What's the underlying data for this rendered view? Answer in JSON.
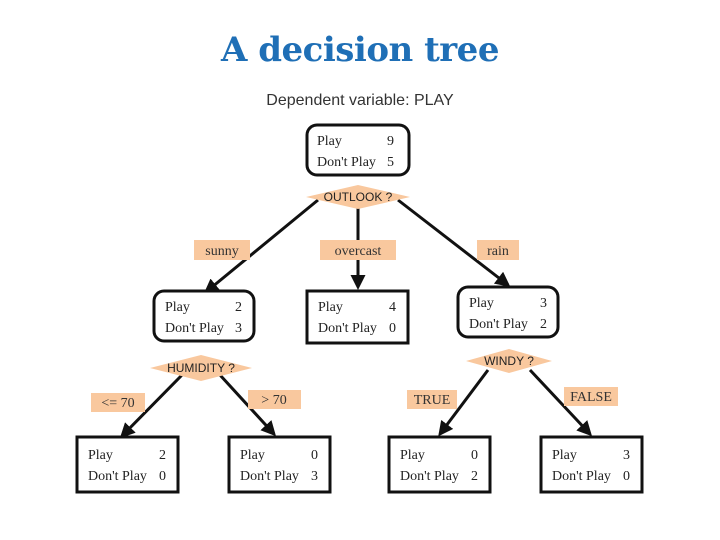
{
  "title": "A decision tree",
  "subtitle": "Dependent variable: PLAY",
  "colors": {
    "title": "#1f6fb6",
    "label_fill": "#f9c89e",
    "line": "#111111"
  },
  "nodes": {
    "root": {
      "play_label": "Play",
      "play_count": "9",
      "dont_label": "Don't Play",
      "dont_count": "5"
    },
    "sunny": {
      "play_label": "Play",
      "play_count": "2",
      "dont_label": "Don't Play",
      "dont_count": "3"
    },
    "overcast": {
      "play_label": "Play",
      "play_count": "4",
      "dont_label": "Don't Play",
      "dont_count": "0"
    },
    "rain": {
      "play_label": "Play",
      "play_count": "3",
      "dont_label": "Don't Play",
      "dont_count": "2"
    },
    "humidity_low": {
      "play_label": "Play",
      "play_count": "2",
      "dont_label": "Don't Play",
      "dont_count": "0"
    },
    "humidity_high": {
      "play_label": "Play",
      "play_count": "0",
      "dont_label": "Don't Play",
      "dont_count": "3"
    },
    "windy_true": {
      "play_label": "Play",
      "play_count": "0",
      "dont_label": "Don't Play",
      "dont_count": "2"
    },
    "windy_false": {
      "play_label": "Play",
      "play_count": "3",
      "dont_label": "Don't Play",
      "dont_count": "0"
    }
  },
  "splits": {
    "outlook": "OUTLOOK ?",
    "humidity": "HUMIDITY ?",
    "windy": "WINDY ?"
  },
  "branches": {
    "sunny": "sunny",
    "overcast": "overcast",
    "rain": "rain",
    "le70": "<= 70",
    "gt70": "> 70",
    "true": "TRUE",
    "false": "FALSE"
  }
}
